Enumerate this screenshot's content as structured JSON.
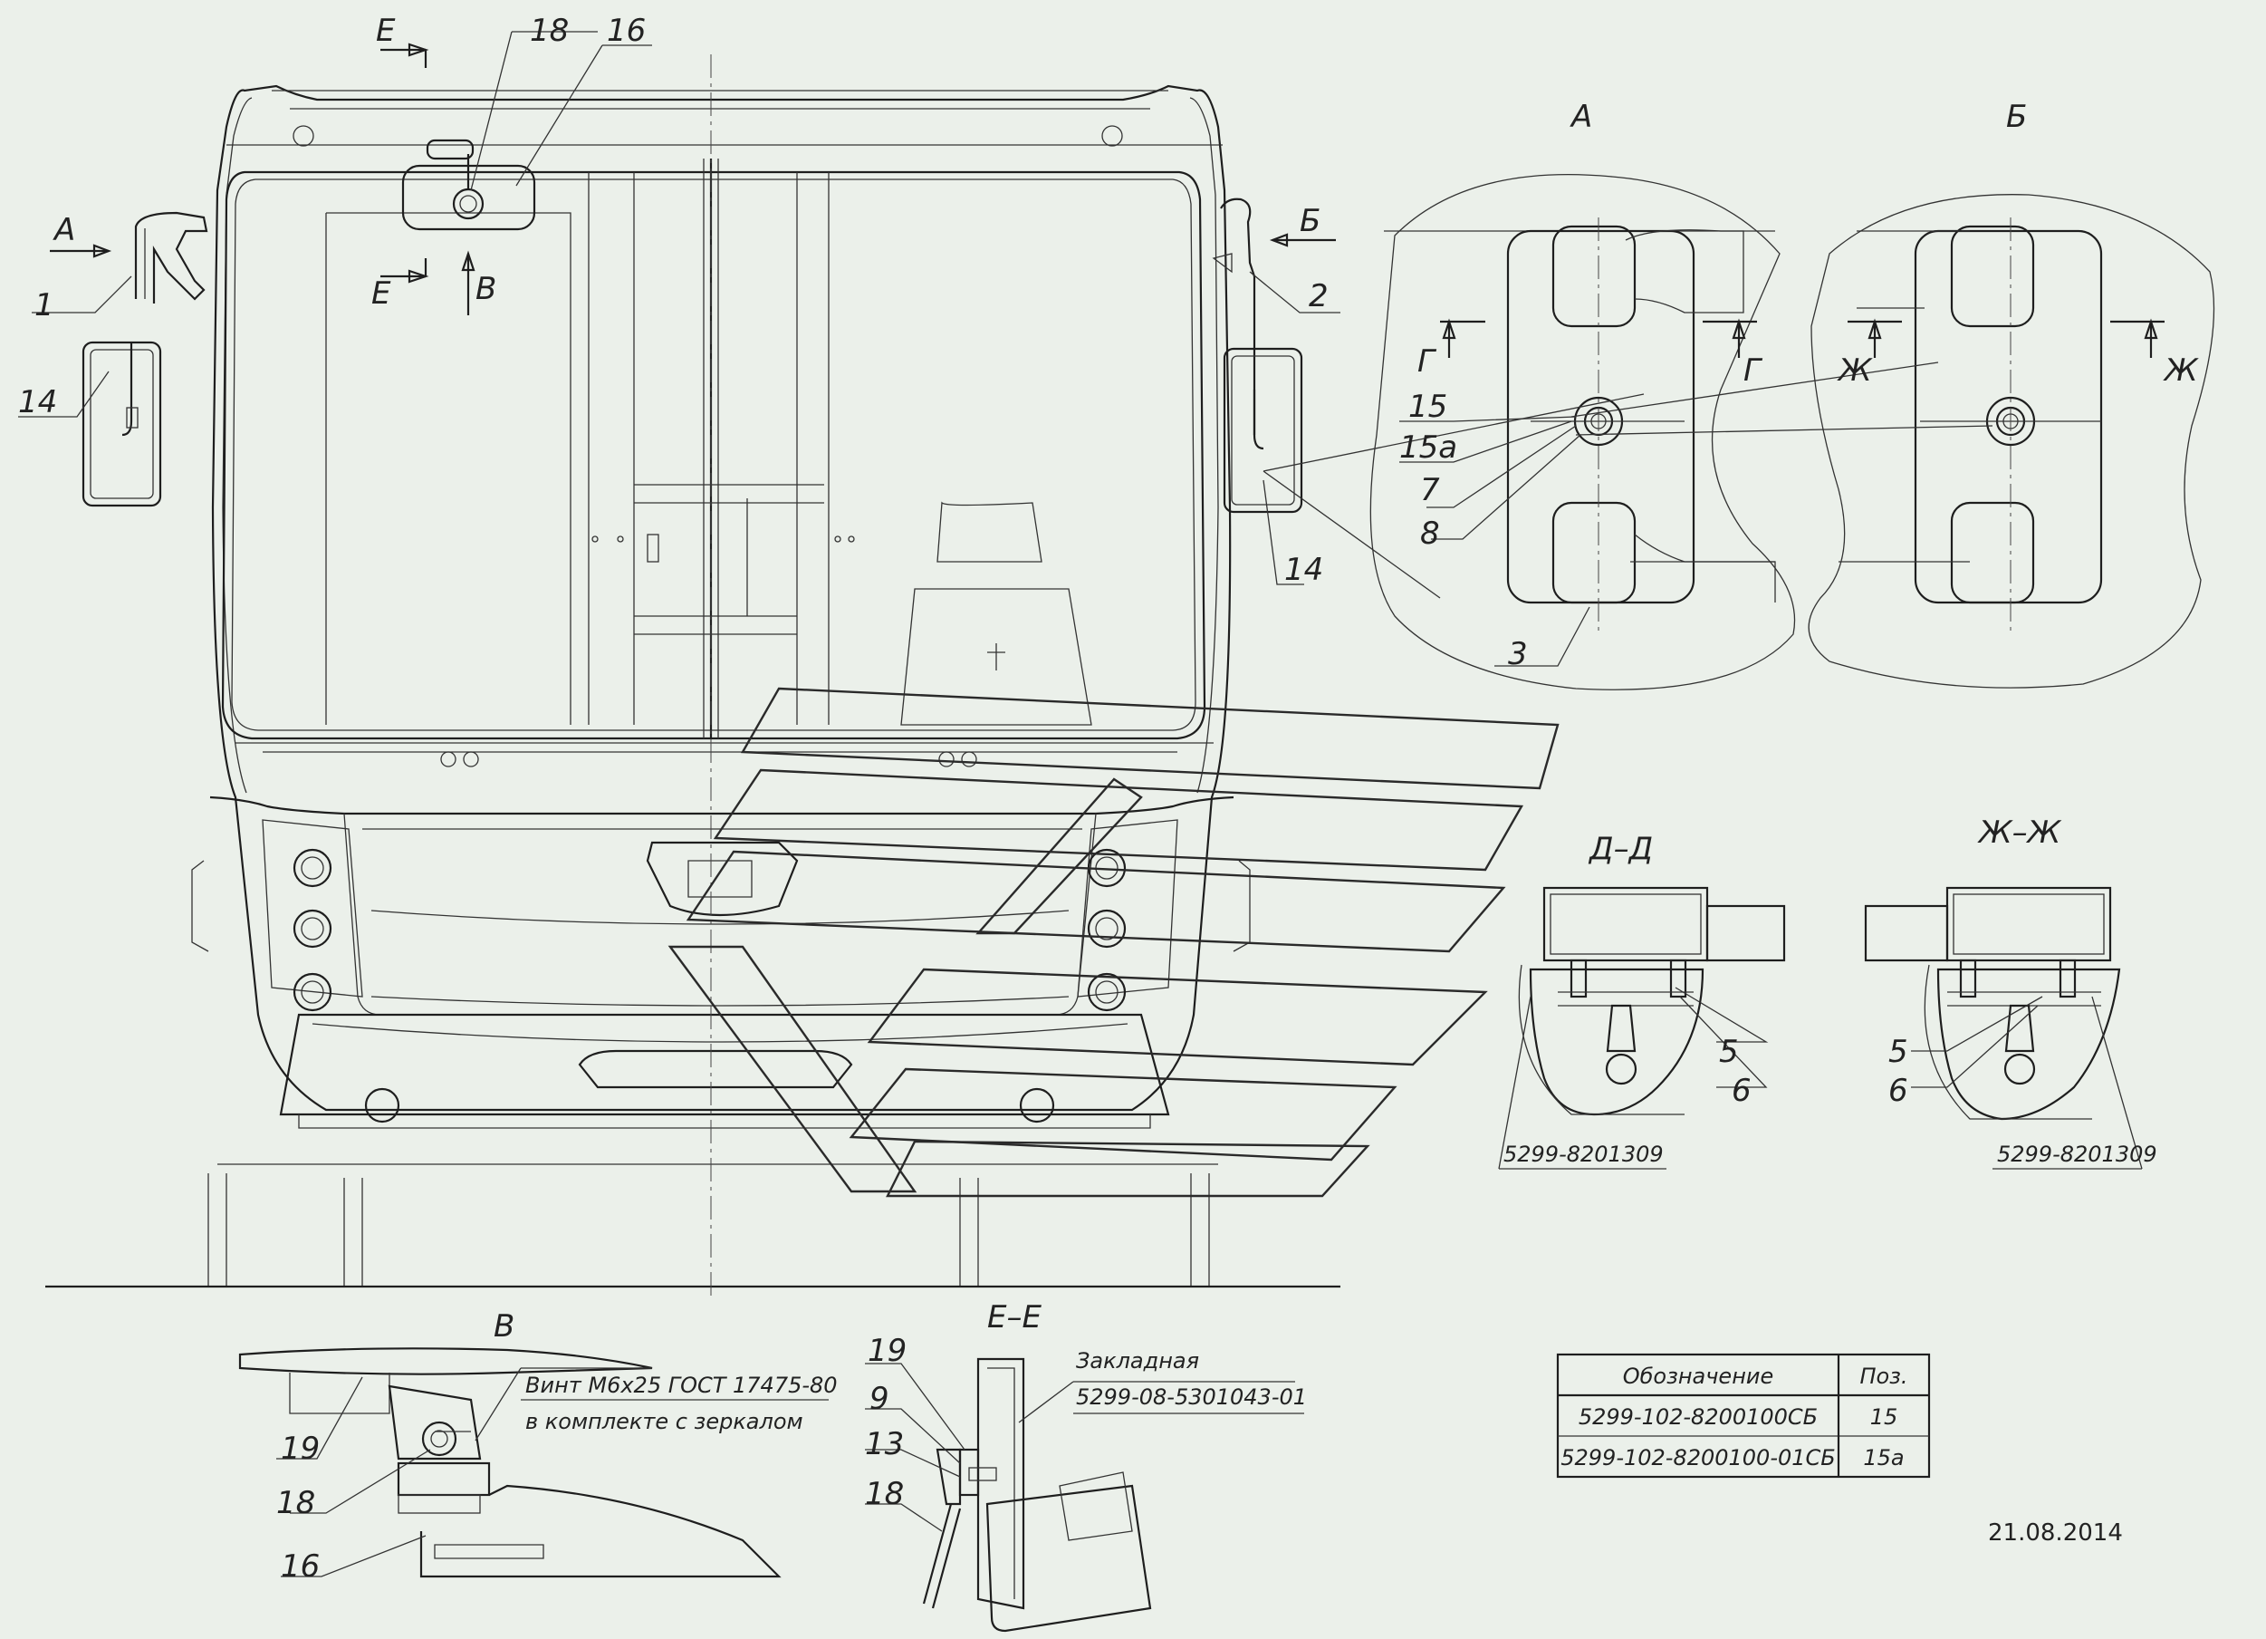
{
  "views": {
    "A": "А",
    "B": "Б",
    "V": "В",
    "EE": "Е–Е",
    "DD": "Д–Д",
    "ZhZh": "Ж–Ж"
  },
  "section_marks": {
    "E": "Е",
    "G": "Г",
    "Zh": "Ж",
    "V": "В",
    "A": "А",
    "B": "Б"
  },
  "callouts": [
    "1",
    "2",
    "3",
    "5",
    "6",
    "7",
    "8",
    "9",
    "13",
    "14",
    "15",
    "15а",
    "16",
    "18",
    "19"
  ],
  "notes": {
    "screw_line1": "Винт М6х25 ГОСТ 17475-80",
    "screw_line2": "в комплекте с зеркалом",
    "insert_line1": "Закладная",
    "insert_line2": "5299-08-5301043-01",
    "part_dd": "5299-8201309",
    "part_zhzh": "5299-8201309"
  },
  "table": {
    "headers": [
      "Обозначение",
      "Поз."
    ],
    "rows": [
      [
        "5299-102-8200100СБ",
        "15"
      ],
      [
        "5299-102-8200100-01СБ",
        "15а"
      ]
    ]
  },
  "date": "21.08.2014"
}
